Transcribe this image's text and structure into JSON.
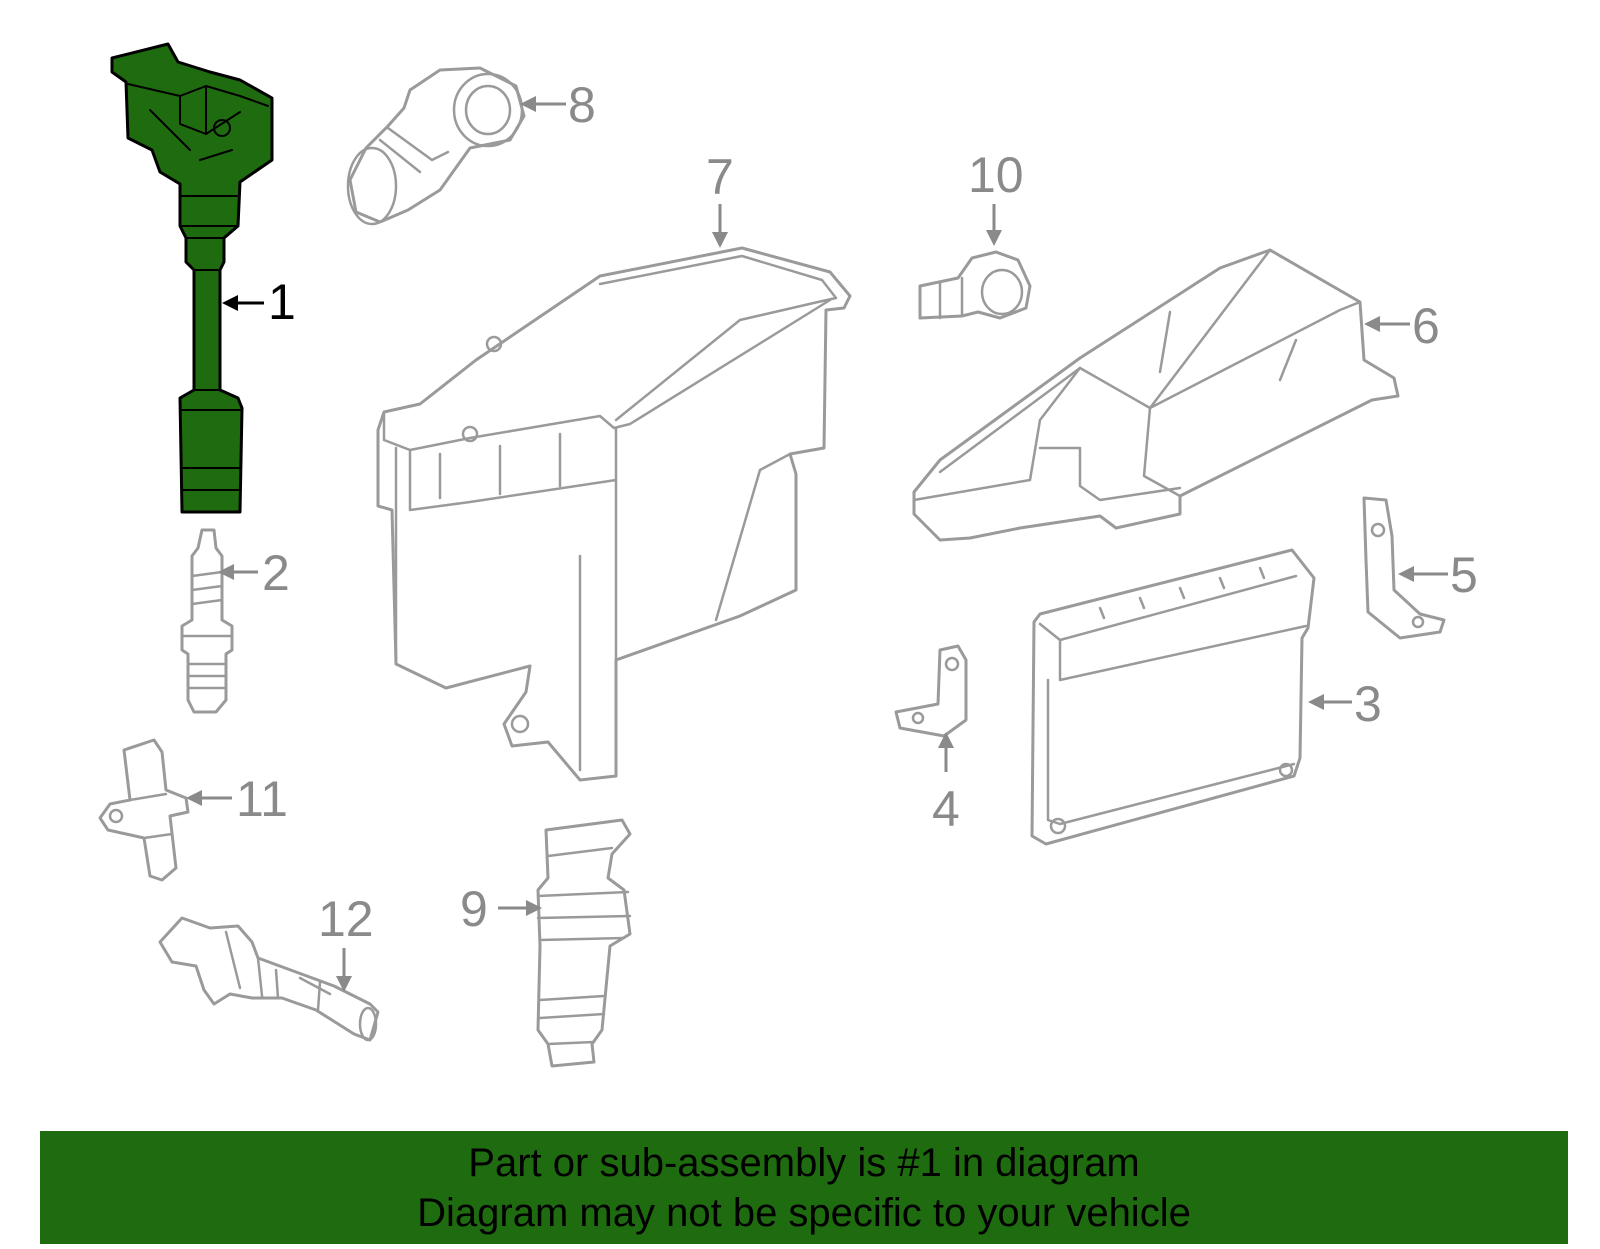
{
  "banner": {
    "line1": "Part or sub-assembly is #1 in diagram",
    "line2": "Diagram may not be specific to your vehicle",
    "background": "#1f6b0f"
  },
  "highlight_color": "#1f6b0f",
  "part_line_color": "#9a9a9a",
  "callouts": [
    {
      "id": "1",
      "label": "1",
      "highlighted": true
    },
    {
      "id": "2",
      "label": "2"
    },
    {
      "id": "3",
      "label": "3"
    },
    {
      "id": "4",
      "label": "4"
    },
    {
      "id": "5",
      "label": "5"
    },
    {
      "id": "6",
      "label": "6"
    },
    {
      "id": "7",
      "label": "7"
    },
    {
      "id": "8",
      "label": "8"
    },
    {
      "id": "9",
      "label": "9"
    },
    {
      "id": "10",
      "label": "10"
    },
    {
      "id": "11",
      "label": "11"
    },
    {
      "id": "12",
      "label": "12"
    }
  ]
}
